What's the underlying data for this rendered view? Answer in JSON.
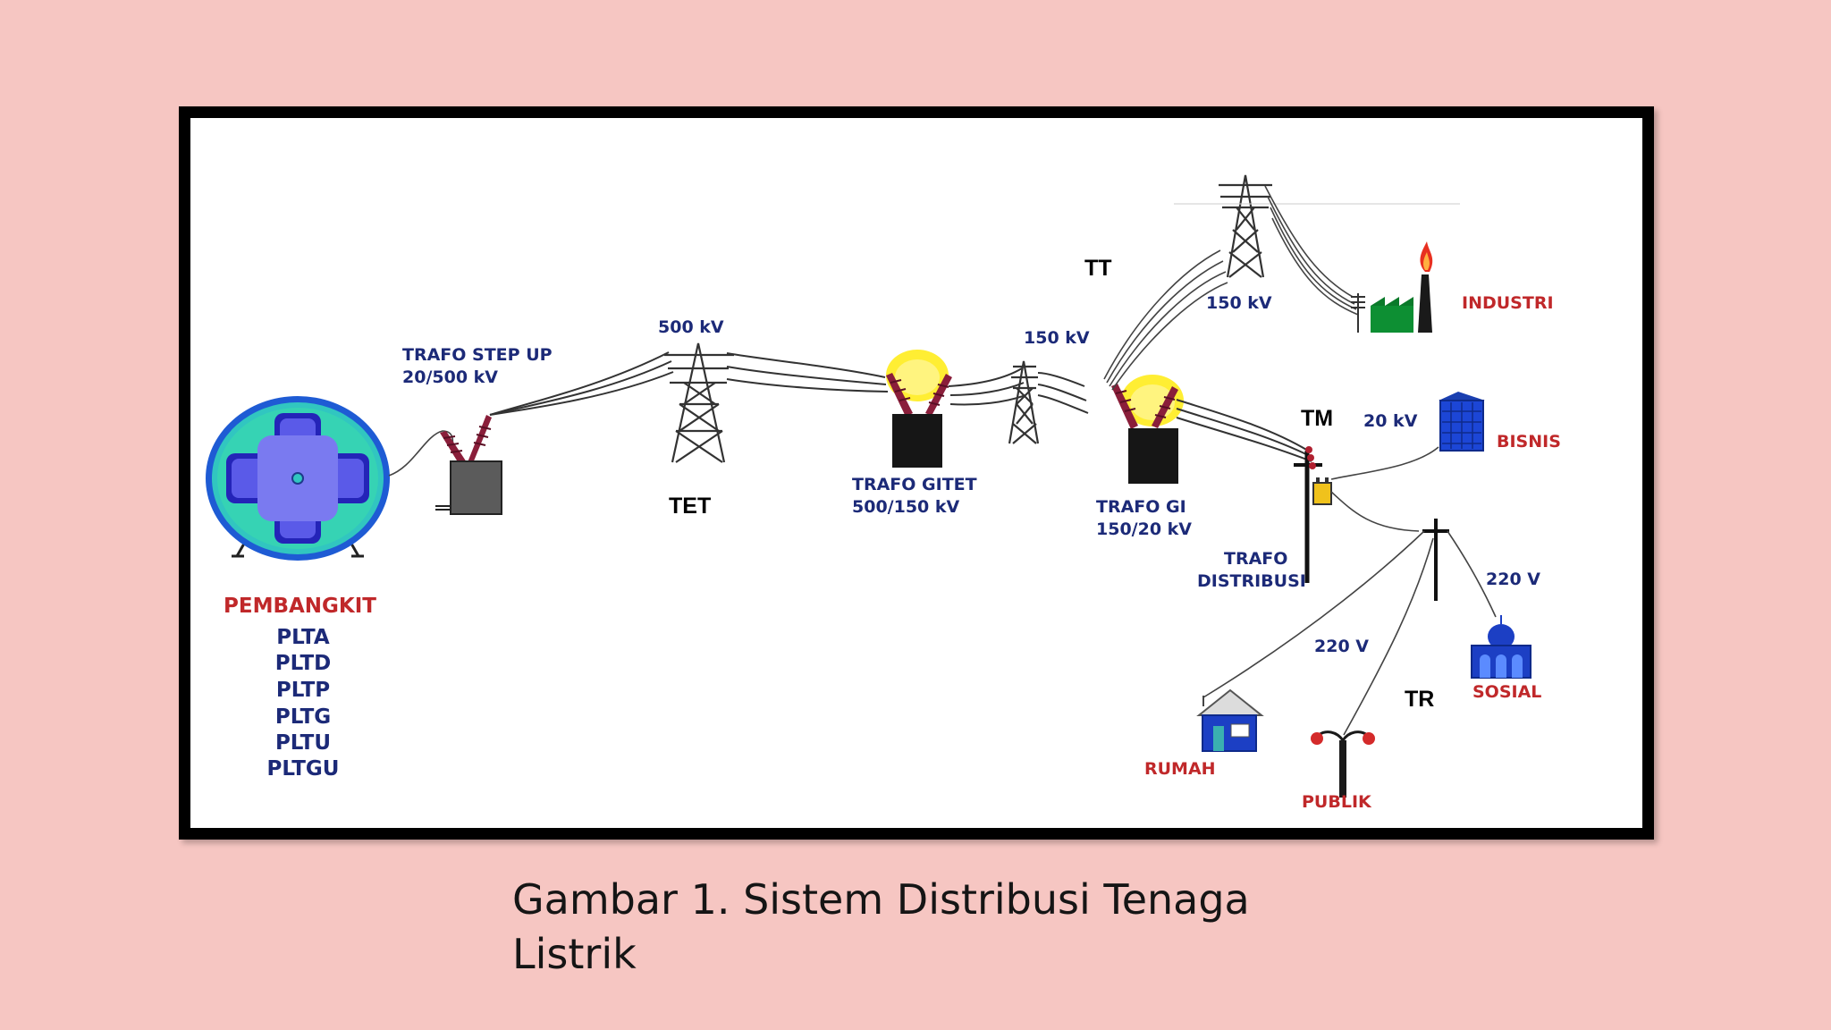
{
  "diagram": {
    "labels": {
      "trafo_step_up_line1": "TRAFO STEP UP",
      "trafo_step_up_line2": "20/500 kV",
      "kv_500": "500 kV",
      "tet": "TET",
      "trafo_gitet_line1": "TRAFO GITET",
      "trafo_gitet_line2": "500/150 kV",
      "kv_150_mid": "150 kV",
      "tt": "TT",
      "kv_150_top": "150 kV",
      "industri": "INDUSTRI",
      "trafo_gi_line1": "TRAFO GI",
      "trafo_gi_line2": "150/20 kV",
      "tm": "TM",
      "kv_20": "20 kV",
      "bisnis": "BISNIS",
      "trafo_distribusi_line1": "TRAFO",
      "trafo_distribusi_line2": "DISTRIBUSI",
      "v_220_right": "220 V",
      "v_220_mid": "220 V",
      "tr": "TR",
      "sosial": "SOSIAL",
      "rumah": "RUMAH",
      "publik": "PUBLIK",
      "pembangkit": "PEMBANGKIT"
    },
    "plants": [
      "PLTA",
      "PLTD",
      "PLTP",
      "PLTG",
      "PLTU",
      "PLTGU"
    ]
  },
  "caption": {
    "line1": "Gambar 1. Sistem Distribusi Tenaga",
    "line2": "Listrik"
  }
}
